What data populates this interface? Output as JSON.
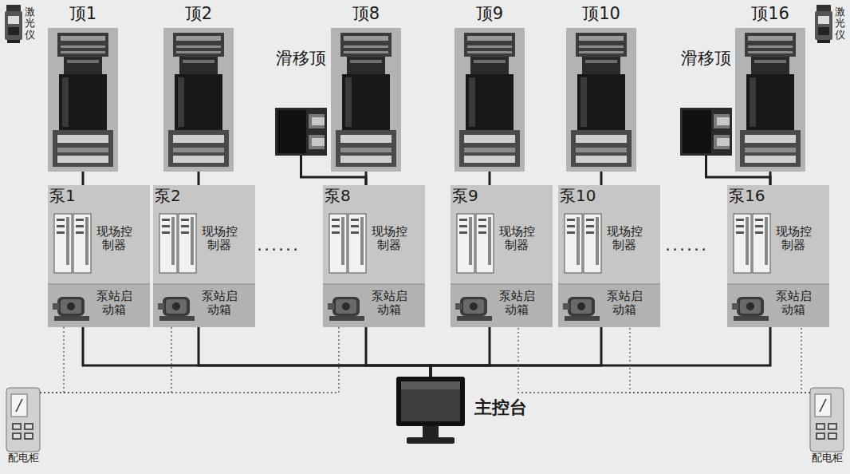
{
  "diagram": {
    "nodes": [
      {
        "text": [
          "激光仪"
        ]
      },
      {
        "text": [
          "顶1"
        ]
      },
      {
        "text": [
          "顶2"
        ]
      },
      {
        "text": [
          "滑移顶"
        ]
      },
      {
        "text": [
          "顶8"
        ]
      },
      {
        "text": [
          "顶9"
        ]
      },
      {
        "text": [
          "顶10"
        ]
      },
      {
        "text": [
          "滑移顶"
        ]
      },
      {
        "text": [
          "顶16"
        ]
      },
      {
        "text": [
          "激光仪"
        ]
      },
      {
        "text": [
          "泵1",
          "现场控制器",
          "泵站启动箱"
        ]
      },
      {
        "text": [
          "泵2",
          "现场控制器",
          "泵站启动箱"
        ]
      },
      {
        "text": [
          "泵8",
          "现场控制器",
          "泵站启动箱"
        ]
      },
      {
        "text": [
          "泵9",
          "现场控制器",
          "泵站启动箱"
        ]
      },
      {
        "text": [
          "泵10",
          "现场控制器",
          "泵站启动箱"
        ]
      },
      {
        "text": [
          "泵16",
          "现场控制器",
          "泵站启动箱"
        ]
      },
      {
        "text": [
          "配电柜"
        ]
      },
      {
        "text": [
          "主控台"
        ]
      },
      {
        "text": [
          "配电柜"
        ]
      }
    ],
    "edges": [
      {
        "from": 1,
        "to": 10,
        "arrow": "none"
      },
      {
        "from": 2,
        "to": 11,
        "arrow": "none"
      },
      {
        "from": 3,
        "to": 12,
        "arrow": "none"
      },
      {
        "from": 4,
        "to": 12,
        "arrow": "none"
      },
      {
        "from": 5,
        "to": 13,
        "arrow": "none"
      },
      {
        "from": 6,
        "to": 14,
        "arrow": "none"
      },
      {
        "from": 7,
        "to": 15,
        "arrow": "none"
      },
      {
        "from": 8,
        "to": 15,
        "arrow": "none"
      },
      {
        "from": 10,
        "to": 17,
        "arrow": "none"
      },
      {
        "from": 11,
        "to": 17,
        "arrow": "none"
      },
      {
        "from": 12,
        "to": 17,
        "arrow": "none"
      },
      {
        "from": 13,
        "to": 17,
        "arrow": "none"
      },
      {
        "from": 14,
        "to": 17,
        "arrow": "none"
      },
      {
        "from": 15,
        "to": 17,
        "arrow": "none"
      },
      {
        "from": 16,
        "to": 10,
        "arrow": "none"
      },
      {
        "from": 16,
        "to": 11,
        "arrow": "none"
      },
      {
        "from": 16,
        "to": 12,
        "arrow": "none"
      },
      {
        "from": 18,
        "to": 13,
        "arrow": "none"
      },
      {
        "from": 18,
        "to": 14,
        "arrow": "none"
      },
      {
        "from": 18,
        "to": 15,
        "arrow": "none"
      }
    ],
    "labels": [
      "······",
      "······"
    ]
  }
}
